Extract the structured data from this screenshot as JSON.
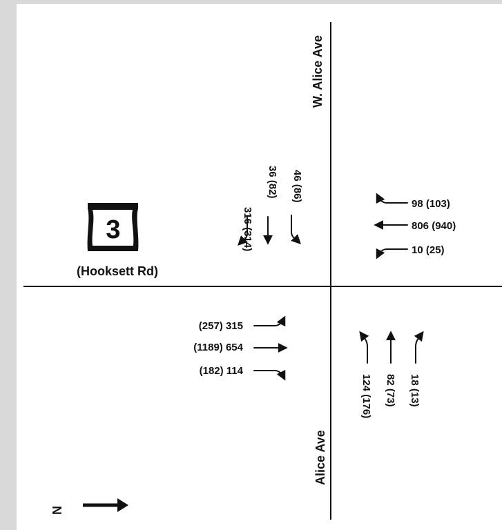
{
  "streets": {
    "north_leg": "W. Alice Ave",
    "south_leg": "Alice Ave",
    "route_caption": "(Hooksett Rd)"
  },
  "route_shield": {
    "number": "3",
    "icon": "us-route-shield-icon"
  },
  "north_arrow": {
    "letter": "N",
    "icon": "north-arrow-icon"
  },
  "approaches": {
    "southbound": {
      "right": "316 (314)",
      "through": "36 (82)",
      "left": "46 (86)"
    },
    "westbound": {
      "right": "98 (103)",
      "through": "806 (940)",
      "left": "10 (25)"
    },
    "northbound": {
      "right": "124 (176)",
      "through": "82 (73)",
      "left": "18 (13)"
    },
    "eastbound": {
      "right": "(257) 315",
      "through": "(1189) 654",
      "left": "(182) 114"
    }
  }
}
